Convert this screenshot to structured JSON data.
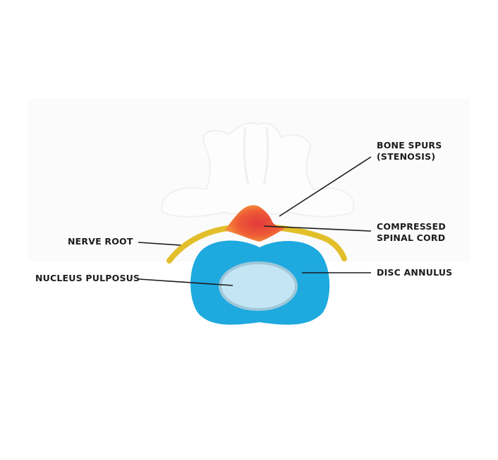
{
  "labels": {
    "bone_spurs": {
      "line1": "BONE SPURS",
      "line2": "(STENOSIS)"
    },
    "compressed_cord": {
      "line1": "COMPRESSED",
      "line2": "SPINAL CORD"
    },
    "nerve_root": "NERVE ROOT",
    "nucleus_pulposus": "NUCLEUS PULPOSUS",
    "disc_annulus": "DISC ANNULUS"
  },
  "colors": {
    "disc_annulus": "#1ea9df",
    "nucleus_pulposus": "#c4e6f4",
    "nucleus_rim": "#9fc7d9",
    "nerve_root": "#e2bf2a",
    "bone_spur_core": "#e8403a",
    "bone_spur_edge": "#f4a23a",
    "vertebra_ghost": "#f1f1f1",
    "leader_line": "#1c1c1c"
  }
}
